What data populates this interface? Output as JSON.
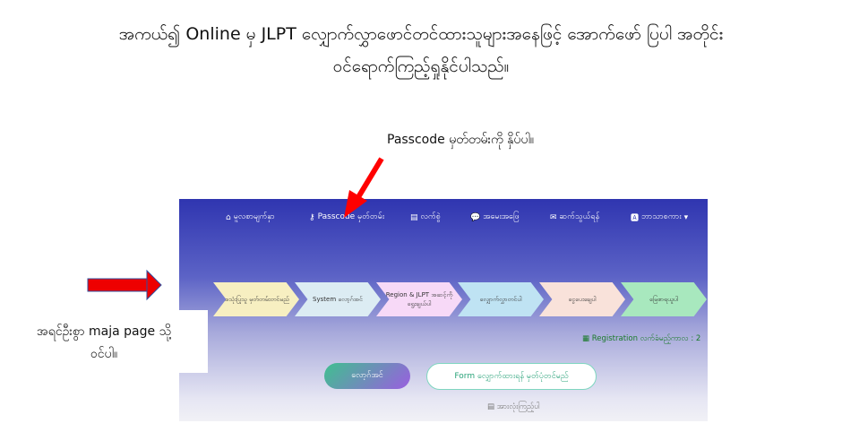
{
  "heading": {
    "line1": "အကယ်၍ Online မှ JLPT လျှောက်လွှာဖောင်တင်ထားသူများအနေဖြင့် အောက်ဖော် ပြပါ အတိုင်း",
    "line2": "ဝင်ရောက်ကြည့်ရှုနိုင်ပါသည်။"
  },
  "annotations": {
    "passcode_note": "Passcode မှတ်တမ်းကို နှိပ်ပါ။",
    "main_page_note_line1": "အရင်ဦးစွာ maja page သို့",
    "main_page_note_line2": "ဝင်ပါ။",
    "arrow_color": "#ff0000"
  },
  "screenshot": {
    "nav": [
      {
        "icon": "home-icon",
        "label": "မူလစာမျက်နှာ"
      },
      {
        "icon": "key-icon",
        "label": "Passcode မှတ်တမ်း"
      },
      {
        "icon": "book-icon",
        "label": "လက်စွဲ"
      },
      {
        "icon": "chat-icon",
        "label": "အမေးအဖြေ"
      },
      {
        "icon": "envelope-icon",
        "label": "ဆက်သွယ်ရန်"
      },
      {
        "icon": "language-icon",
        "label": "ဘာသာစကား"
      }
    ],
    "steps": [
      {
        "label": "အသုံးပြုသူ မှတ်တမ်းတင်မည်",
        "color": "#f7efc1"
      },
      {
        "label": "System လော့ဂ်အင်",
        "color": "#dcecf3"
      },
      {
        "label": "Region & JLPT အဆင့်ကိုရွေးချယ်ပါ",
        "color": "#f7d9f7"
      },
      {
        "label": "လျှောက်လွှာတင်ပါ",
        "color": "#bfe3f3"
      },
      {
        "label": "ငွေပေးချေပါ",
        "color": "#f9e2da"
      },
      {
        "label": "မြေစာရယူပါ",
        "color": "#a8e8be"
      }
    ],
    "registration": "Registration လက်ခံမည့်ကာလ :  2",
    "login_button": "လော့ဂ်အင်",
    "form_button": "Form လျှောက်ထားရန် မှတ်ပုံတင်မည်",
    "view_all": "အားလုံးကြည့်ပါ"
  }
}
